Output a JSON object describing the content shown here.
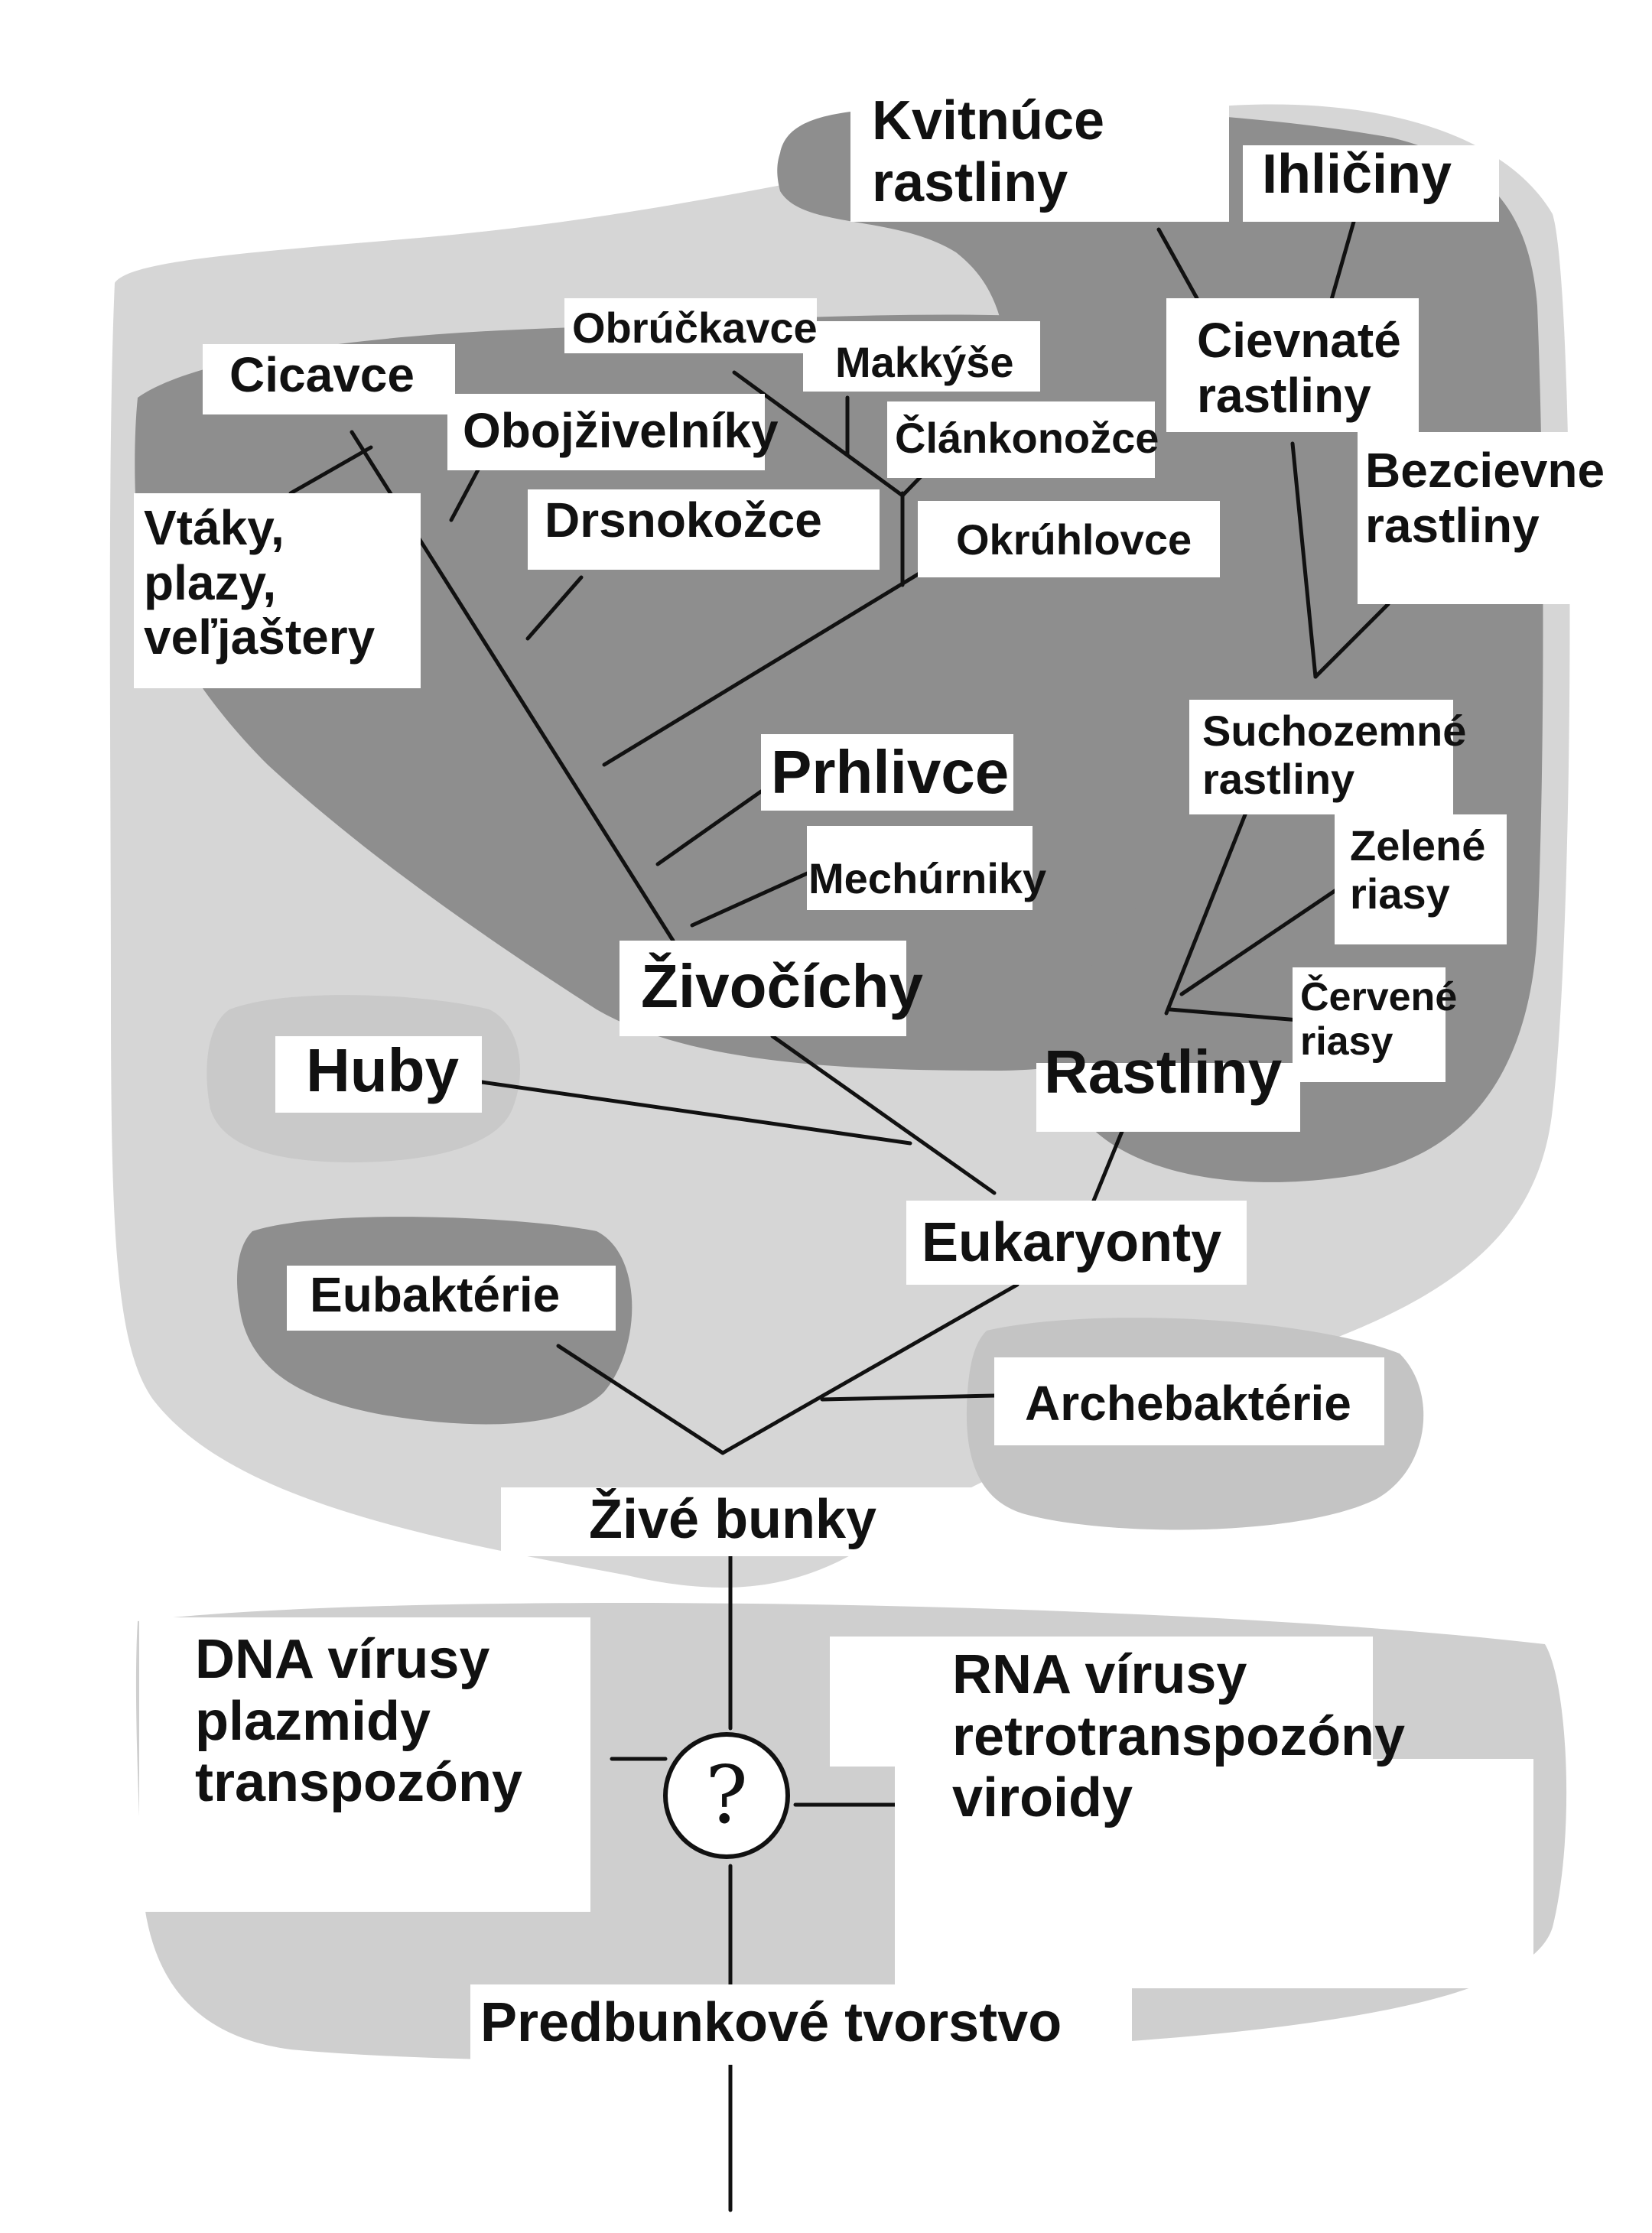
{
  "colors": {
    "page_background": "#ffffff",
    "outer_region": "#d6d6d6",
    "inner_region": "#8e8e8e",
    "faint_region": "#c9c9c9",
    "lines": "#111111",
    "text": "#111111",
    "label_box": "#ffffff"
  },
  "labels": {
    "kvitnuce": "Kvitnúce\nrastliny",
    "ihliciny": "Ihličiny",
    "obruckavce": "Obrúčkavce",
    "makkyse": "Makkýše",
    "cicavce": "Cicavce",
    "obojzivelniky": "Obojživelníky",
    "clankonozce": "Článkonožce",
    "cievnate": "Cievnaté\nrastliny",
    "bezcievne": "Bezcievne\nrastliny",
    "vtaky": "Vtáky,\nplazy,\nveľjaštery",
    "drsnokozce": "Drsnokožce",
    "okruhlovce": "Okrúhlovce",
    "suchozemne": "Suchozemné\nrastliny",
    "prhlivce": "Prhlivce",
    "zelene": "Zelené\nriasy",
    "mechurniky": "Mechúrniky",
    "zivocichy": "Živočíchy",
    "cervene": "Červené\nriasy",
    "huby": "Huby",
    "rastliny": "Rastliny",
    "eukaryonty": "Eukaryonty",
    "eubakterie": "Eubaktérie",
    "archebakterie": "Archebaktérie",
    "zive_bunky": "Živé bunky",
    "dna": "DNA vírusy\nplazmidy\ntranspozóny",
    "rna": "RNA vírusy\nretrotranspozóny\nviroidy",
    "question": "?",
    "predbunkove": "Predbunkové tvorstvo"
  }
}
